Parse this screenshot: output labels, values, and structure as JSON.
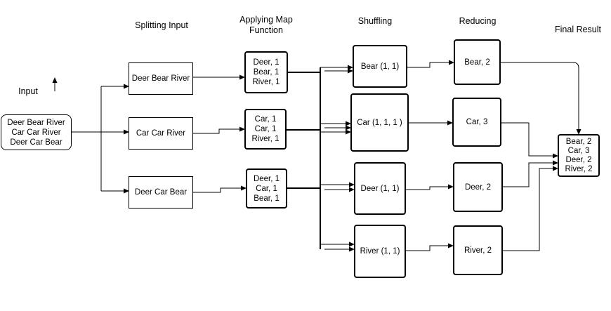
{
  "headers": {
    "splitting": "Splitting Input",
    "mapping": [
      "Applying Map",
      "Function"
    ],
    "shuffling": "Shuffling",
    "reducing": "Reducing",
    "final": "Final Result",
    "input": "Input"
  },
  "input_box": [
    "Deer Bear River",
    "Car Car River",
    "Deer Car Bear"
  ],
  "split_boxes": [
    "Deer Bear River",
    "Car Car River",
    "Deer Car Bear"
  ],
  "map_boxes": [
    [
      "Deer, 1",
      "Bear, 1",
      "River, 1"
    ],
    [
      "Car, 1",
      "Car, 1",
      "River, 1"
    ],
    [
      "Deer, 1",
      "Car, 1",
      "Bear, 1"
    ]
  ],
  "shuffle_boxes": [
    "Bear (1, 1)",
    "Car (1, 1, 1 )",
    "Deer (1, 1)",
    "River (1, 1)"
  ],
  "reduce_boxes": [
    "Bear, 2",
    "Car, 3",
    "Deer, 2",
    "River, 2"
  ],
  "final_box": [
    "Bear, 2",
    "Car, 3",
    "Deer, 2",
    "River, 2"
  ]
}
